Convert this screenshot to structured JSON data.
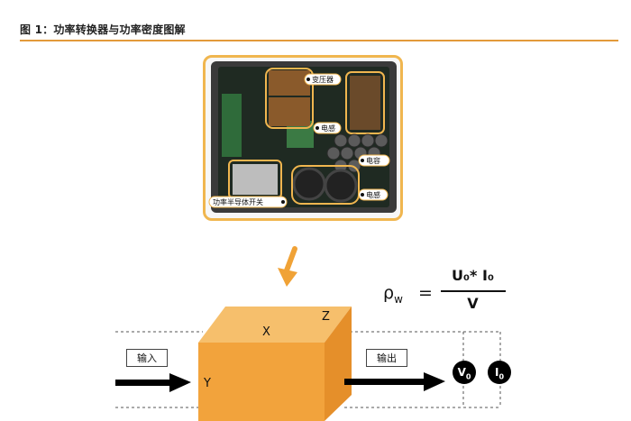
{
  "figure": {
    "title": "图 1：功率转换器与功率密度图解"
  },
  "photo": {
    "callouts": [
      "变压器",
      "电感",
      "电容",
      "电感",
      "功率半导体开关"
    ]
  },
  "formula": {
    "lhs": "ρ",
    "lhs_sub": "w",
    "equals": "=",
    "numerator": "U₀* I₀",
    "denominator": "V"
  },
  "cube": {
    "label_x": "X",
    "label_y": "Y",
    "label_z": "Z"
  },
  "io": {
    "input_label": "输入",
    "output_label": "输出",
    "voltage_symbol": "V",
    "voltage_sub": "0",
    "current_symbol": "I",
    "current_sub": "0"
  },
  "colors": {
    "accent": "#e39a3a",
    "cube_front": "#f2a33c",
    "cube_top": "#f6bf6c",
    "cube_side": "#e58f2a",
    "arrow": "#f0a236"
  }
}
